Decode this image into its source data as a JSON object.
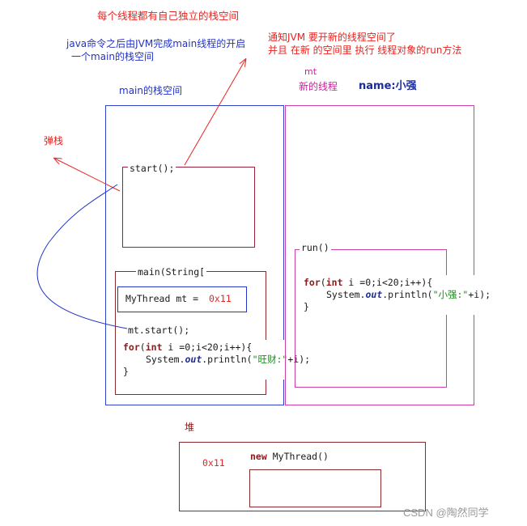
{
  "notes": {
    "each_thread_stack": "每个线程都有自己独立的栈空间",
    "jvm_line1": "java命令之后由JVM完成main线程的开启",
    "jvm_line2": "一个main的栈空间",
    "notify_line1": "通知JVM 要开新的线程空间了",
    "notify_line2": "并且 在新 的空间里 执行 线程对象的run方法",
    "main_stack": "main的栈空间",
    "pop": "弹栈",
    "mt": "mt",
    "new_thread": "新的线程",
    "name_label": "name:小强",
    "heap": "堆"
  },
  "main_stack_code": {
    "start_call": "start();",
    "main_header": "main(String[",
    "mythread_kw": "MyThread",
    "mythread_var": "mt =",
    "mythread_addr": "0x11",
    "mt_start": "mt.start();",
    "for_kw": "for",
    "for_paren": "(",
    "int_kw": "int",
    "for_rest": " i =0;i<20;i++){",
    "sys": "System.",
    "out": "out",
    "println_open": ".println(",
    "string_lit": "\"旺财:\"",
    "println_close": "+i);",
    "close_brace": "}"
  },
  "new_thread_code": {
    "run_header": "run()",
    "for_kw": "for",
    "for_paren": "(",
    "int_kw": "int",
    "for_rest": " i =0;i<20;i++){",
    "sys": "System.",
    "out": "out",
    "println_open": ".println(",
    "string_lit": "\"小强:\"",
    "println_close": "+i);",
    "close_brace": "}"
  },
  "heap_code": {
    "addr": "0x11",
    "new_kw": "new",
    "ctor": "MyThread()"
  },
  "watermark": "CSDN @陶然同学",
  "colors": {
    "red": "#e8231f",
    "blue": "#2233c8",
    "magenta": "#cc1f9b",
    "dark_red_box": "#8b2a2a",
    "keyword": "#8b1a1a",
    "string": "#1a8a1a"
  }
}
